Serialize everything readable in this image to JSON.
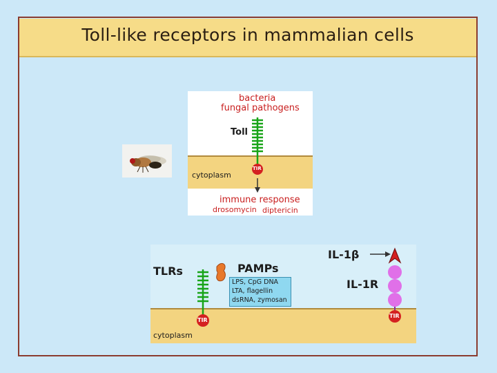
{
  "slide": {
    "title": "Toll-like receptors in mammalian cells"
  },
  "top_panel": {
    "ligand_line1": "bacteria",
    "ligand_line2": "fungal pathogens",
    "receptor": "Toll",
    "tir": "TIR",
    "cytoplasm": "cytoplasm",
    "response": "immune response",
    "gene1": "drosomycin",
    "gene2": "diptericin"
  },
  "bottom_panel": {
    "tlrs": "TLRs",
    "pamps": "PAMPs",
    "pamps_list1": "LPS, CpG DNA",
    "pamps_list2": "LTA, flagellin",
    "pamps_list3": "dsRNA, zymosan",
    "il1b": "IL-1β",
    "il1r": "IL-1R",
    "tir_left": "TIR",
    "tir_right": "TIR",
    "cytoplasm": "cytoplasm"
  },
  "colors": {
    "background": "#cce8f8",
    "title_band": "#f6dc88",
    "frame": "#8a3b2e",
    "cytoplasm": "#f3d480",
    "receptor_green": "#18a418",
    "tir_red": "#d42020",
    "label_red": "#c81e1e",
    "il1r_pink": "#e070e8",
    "pamp_orange": "#e8782a",
    "pamp_box": "#8fd8f0"
  },
  "icons": {
    "fly": "fruit-fly-photo",
    "arrow": "down-arrow-icon",
    "ligand": "il1-beta-ligand-icon"
  }
}
